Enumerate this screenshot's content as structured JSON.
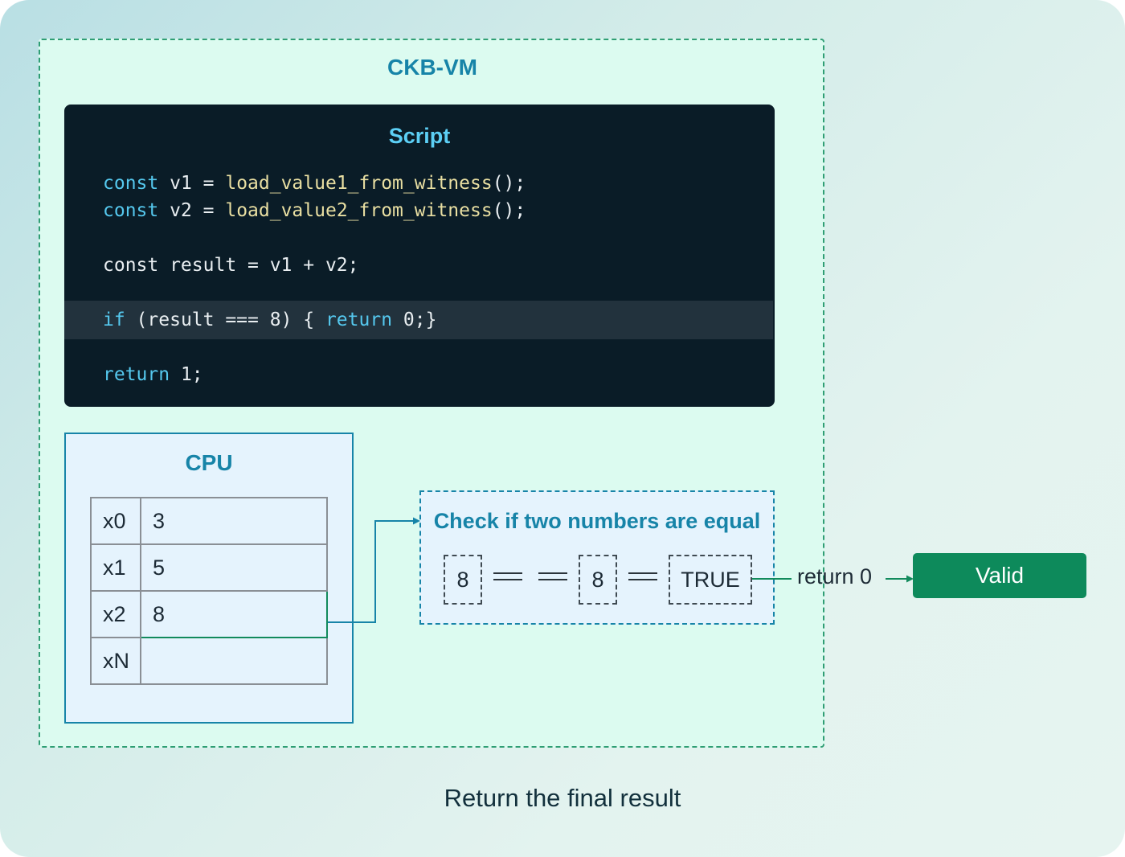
{
  "vm": {
    "title": "CKB-VM"
  },
  "script": {
    "title": "Script",
    "line1": {
      "kw": "const",
      "rest": " v1 = ",
      "fn": "load_value1_from_witness",
      "tail": "();"
    },
    "line2": {
      "kw": "const",
      "rest": " v2 = ",
      "fn": "load_value2_from_witness",
      "tail": "();"
    },
    "line3": "const result = v1 + v2;",
    "line4": {
      "kw_if": "if",
      "mid": " (result === 8) { ",
      "kw_return": "return",
      "tail": " 0;}"
    },
    "line5": {
      "kw": "return",
      "tail": " 1;"
    }
  },
  "cpu": {
    "title": "CPU",
    "registers": [
      {
        "name": "x0",
        "value": "3"
      },
      {
        "name": "x1",
        "value": "5"
      },
      {
        "name": "x2",
        "value": "8"
      },
      {
        "name": "xN",
        "value": ""
      }
    ]
  },
  "check": {
    "title": "Check if two numbers are equal",
    "left": "8",
    "right": "8",
    "result": "TRUE"
  },
  "output": {
    "return_label": "return 0",
    "badge": "Valid"
  },
  "caption": "Return the final result",
  "colors": {
    "accent_blue": "#1784a8",
    "accent_green": "#0d8a5b",
    "code_bg": "#0a1c27"
  }
}
